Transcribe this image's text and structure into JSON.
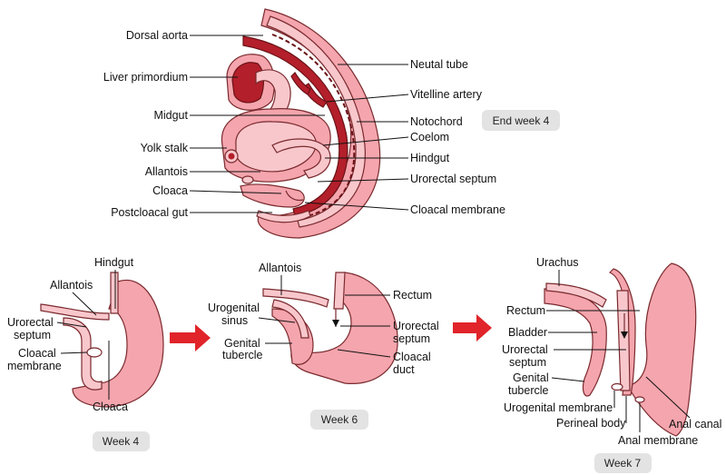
{
  "colors": {
    "tissue_pink": "#f4a5ad",
    "tissue_pale": "#f8c7cc",
    "vessel_red": "#b31f2a",
    "arrow_red": "#e0242a",
    "badge_gray": "#e3e3e3"
  },
  "top": {
    "badge": "End week   4",
    "labels": {
      "dorsal_aorta": "Dorsal aorta",
      "liver_primordium": "Liver primordium",
      "midgut": "Midgut",
      "yolk_stalk": "Yolk stalk",
      "allantois": "Allantois",
      "cloaca": "Cloaca",
      "postcloacal_gut": "Postcloacal gut",
      "neural_tube": "Neutal tube",
      "vitelline_artery": "Vitelline artery",
      "notochord": "Notochord",
      "coelom": "Coelom",
      "hindgut": "Hindgut",
      "urorectal_septum": "Urorectal septum",
      "cloacal_membrane": "Cloacal membrane"
    }
  },
  "week4": {
    "badge": "Week  4",
    "labels": {
      "hindgut": "Hindgut",
      "allantois": "Allantois",
      "urorectal_1": "Urorectal",
      "urorectal_2": "septum",
      "cloacal_1": "Cloacal",
      "cloacal_2": "membrane",
      "cloaca": "Cloaca"
    }
  },
  "week6": {
    "badge": "Week  6",
    "labels": {
      "allantois": "Allantois",
      "rectum": "Rectum",
      "urogenital_1": "Urogenital",
      "urogenital_2": "sinus",
      "genital_1": "Genital",
      "genital_2": "tubercle",
      "urorectal_1": "Urorectal",
      "urorectal_2": "septum",
      "cloacal_1": "Cloacal",
      "cloacal_2": "duct"
    }
  },
  "week7": {
    "badge": "Week  7",
    "labels": {
      "urachus": "Urachus",
      "rectum": "Rectum",
      "bladder": "Bladder",
      "urorectal_1": "Urorectal",
      "urorectal_2": "septum",
      "genital_1": "Genital",
      "genital_2": "tubercle",
      "urogenital_membrane": "Urogenital membrane",
      "perineal_body": "Perineal body",
      "anal_canal": "Anal canal",
      "anal_membrane": "Anal membrane"
    }
  }
}
